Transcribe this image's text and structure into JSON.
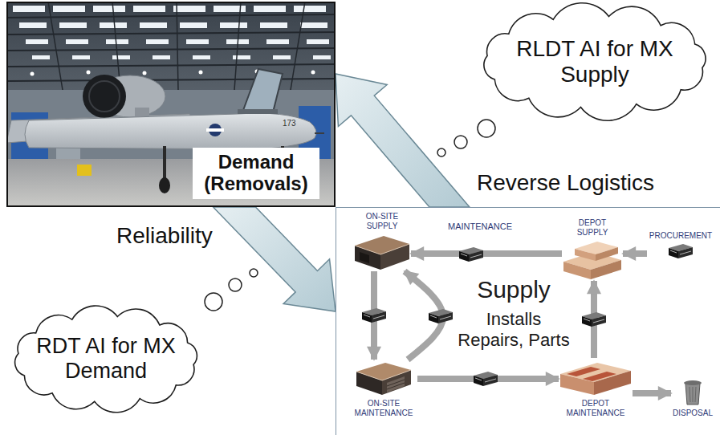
{
  "diagram": {
    "nodes": [
      {
        "text": [
          "Demand (Removals)"
        ]
      },
      {
        "text": [
          "RLDT AI for MX Supply"
        ]
      },
      {
        "text": [
          "RDT AI for MX Demand"
        ]
      },
      {
        "text": [
          "Supply",
          "Installs Repairs, Parts"
        ]
      },
      {
        "text": [
          "ON-SITE SUPPLY"
        ],
        "in": 3
      },
      {
        "text": [
          "DEPOT SUPPLY"
        ],
        "in": 3
      },
      {
        "text": [
          "PROCUREMENT"
        ],
        "in": 3
      },
      {
        "text": [
          "ON-SITE MAINTENANCE"
        ],
        "in": 3
      },
      {
        "text": [
          "DEPOT MAINTENANCE"
        ],
        "in": 3
      },
      {
        "text": [
          "DISPOSAL"
        ],
        "in": 3
      }
    ],
    "edges": [
      {
        "from": 0,
        "to": 3,
        "label": "Reliability",
        "arrow": "to"
      },
      {
        "from": 3,
        "to": 0,
        "label": "Reverse Logistics",
        "arrow": "to"
      },
      {
        "from": 6,
        "to": 5,
        "arrow": "to"
      },
      {
        "from": 5,
        "to": 4,
        "label": "MAINTENANCE",
        "arrow": "to"
      },
      {
        "from": 4,
        "to": 7,
        "arrow": "to"
      },
      {
        "from": 7,
        "to": 4,
        "arrow": "to"
      },
      {
        "from": 7,
        "to": 8,
        "arrow": "to"
      },
      {
        "from": 8,
        "to": 5,
        "arrow": "to"
      },
      {
        "from": 8,
        "to": 9,
        "arrow": "to"
      }
    ],
    "labels": [
      "173"
    ]
  }
}
